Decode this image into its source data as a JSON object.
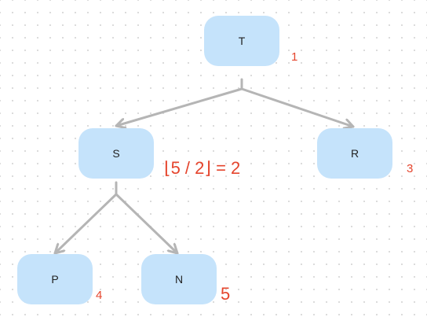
{
  "diagram": {
    "type": "tree",
    "nodes": [
      {
        "id": "T",
        "label": "T"
      },
      {
        "id": "S",
        "label": "S"
      },
      {
        "id": "R",
        "label": "R"
      },
      {
        "id": "P",
        "label": "P"
      },
      {
        "id": "N",
        "label": "N"
      }
    ],
    "edges": [
      {
        "from": "T",
        "to": "S"
      },
      {
        "from": "T",
        "to": "R"
      },
      {
        "from": "S",
        "to": "P"
      },
      {
        "from": "S",
        "to": "N"
      }
    ],
    "annotations": {
      "t": "1",
      "r": "3",
      "p": "4",
      "n": "5",
      "formula": "⌊5 / 2⌋ = 2"
    }
  },
  "colors": {
    "node_fill": "#c5e3fb",
    "edge": "#b5b5b5",
    "annotation": "#e5452d",
    "grid_dot": "#d9d9d9"
  }
}
